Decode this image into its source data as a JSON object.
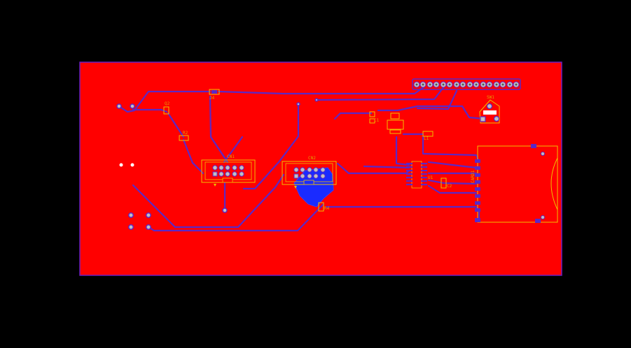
{
  "view": {
    "background_color": "#000000",
    "board_fill_color": "#ff0000",
    "board_outline_color": "#6a1fbf",
    "trace_color": "#5a28c8",
    "pour_color": "#1a2bff",
    "silkscreen_color": "#f0c000",
    "pad_color": "#c0c0c0"
  },
  "components": {
    "cn1": {
      "label": "CN1"
    },
    "cn2": {
      "label": "CN2"
    },
    "q2": {
      "label": "Q2"
    },
    "r2": {
      "label": "R2"
    },
    "r4": {
      "label": "R4"
    },
    "l1": {
      "label": "L1"
    },
    "c1": {
      "label": "C1"
    },
    "c2": {
      "label": "C2"
    },
    "j4": {
      "label": "J4"
    },
    "u1": {
      "label": "U1"
    },
    "card": {
      "label": "CARD1"
    },
    "sw": {
      "label": "SW1"
    }
  }
}
